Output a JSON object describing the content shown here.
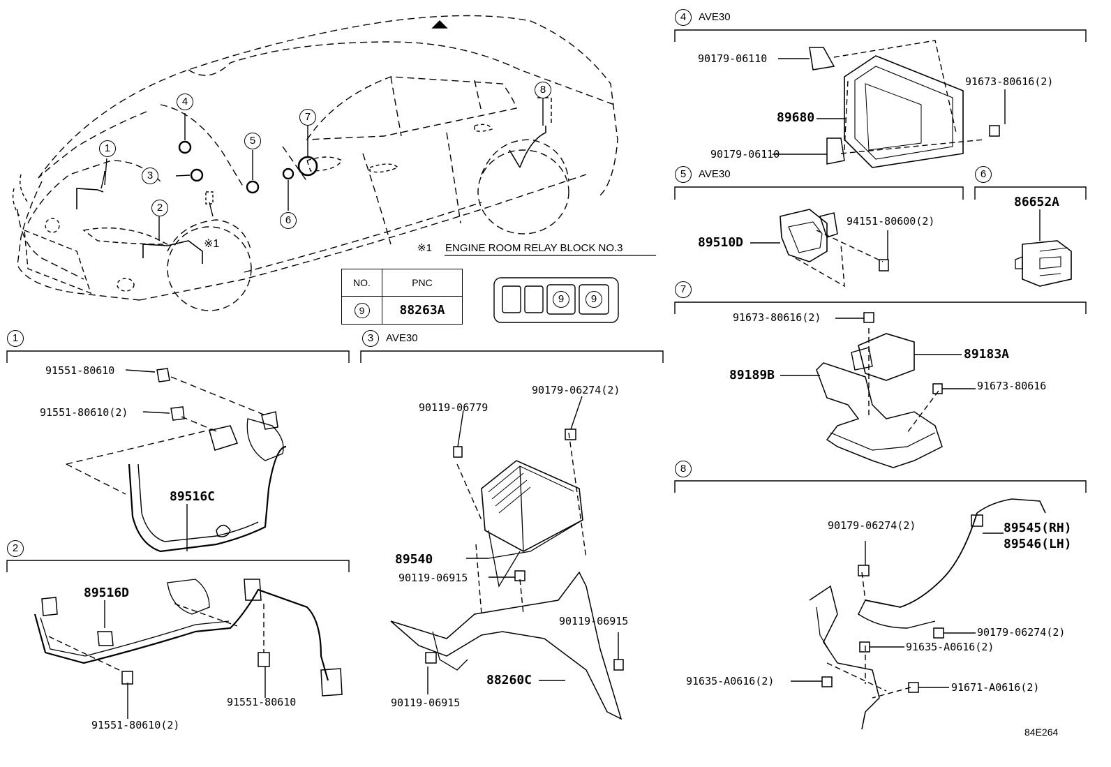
{
  "view_names": [
    "AVE30",
    "AVE30",
    "AVE30"
  ],
  "view_numbers": [
    "1",
    "2",
    "3",
    "4",
    "5",
    "6",
    "7",
    "8"
  ],
  "note": {
    "mark": "※1",
    "text": "ENGINE ROOM RELAY BLOCK NO.3"
  },
  "pnc_table": {
    "col_no": "NO.",
    "col_pnc": "PNC",
    "row_no": "9",
    "row_pnc": "88263A"
  },
  "fuse_box": {
    "label_a": "9",
    "label_b": "9"
  },
  "parts": {
    "p89516C": "89516C",
    "p89516D": "89516D",
    "p89540": "89540",
    "p88260C": "88260C",
    "p89680": "89680",
    "p89510D": "89510D",
    "p86652A": "86652A",
    "p89183A": "89183A",
    "p89189B": "89189B",
    "p89545": "89545(RH)",
    "p89546": "89546(LH)"
  },
  "fasteners": {
    "v1a": "91551-80610",
    "v1b": "91551-80610(2)",
    "v2a": "91551-80610",
    "v2b": "91551-80610(2)",
    "v3a": "90119-06779",
    "v3b": "90179-06274(2)",
    "v3c": "90119-06915",
    "v3d": "90119-06915",
    "v3e": "90119-06915",
    "v4a": "90179-06110",
    "v4b": "90179-06110",
    "v4c": "91673-80616(2)",
    "v5a": "94151-80600(2)",
    "v7a": "91673-80616(2)",
    "v7b": "91673-80616",
    "v8a": "90179-06274(2)",
    "v8b": "90179-06274(2)",
    "v8c": "91635-A0616(2)",
    "v8d": "91635-A0616(2)",
    "v8e": "91671-A0616(2)"
  },
  "illustration_code": "84E264"
}
